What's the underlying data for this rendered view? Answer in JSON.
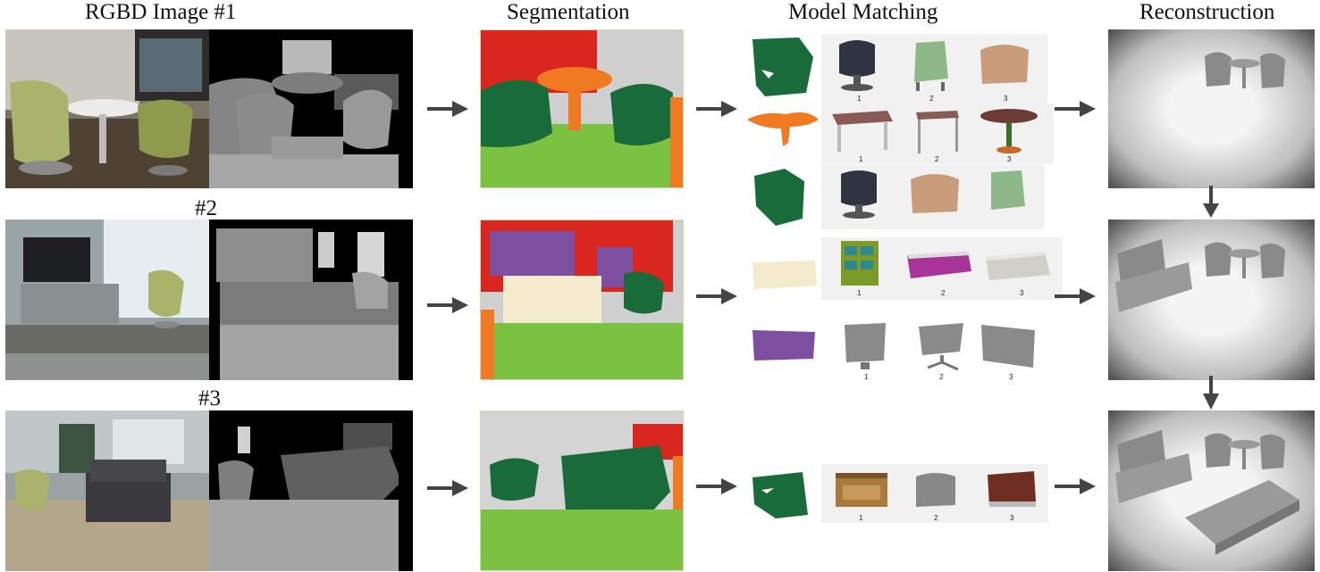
{
  "headers": {
    "rgbd": "RGBD Image #1",
    "segmentation": "Segmentation",
    "matching": "Model Matching",
    "reconstruction": "Reconstruction"
  },
  "row_labels": [
    "#2",
    "#3"
  ],
  "candidate_ranks": [
    "1",
    "2",
    "3"
  ],
  "colors": {
    "chair_green": "#1a6b3a",
    "table_orange": "#f07a22",
    "floor_green": "#7bc142",
    "wall_gray": "#cfcfcf",
    "wall_red": "#d9261f",
    "tv_purple": "#7c4fa0",
    "cabinet_cream": "#f4ebcc",
    "arrow": "#444444"
  }
}
